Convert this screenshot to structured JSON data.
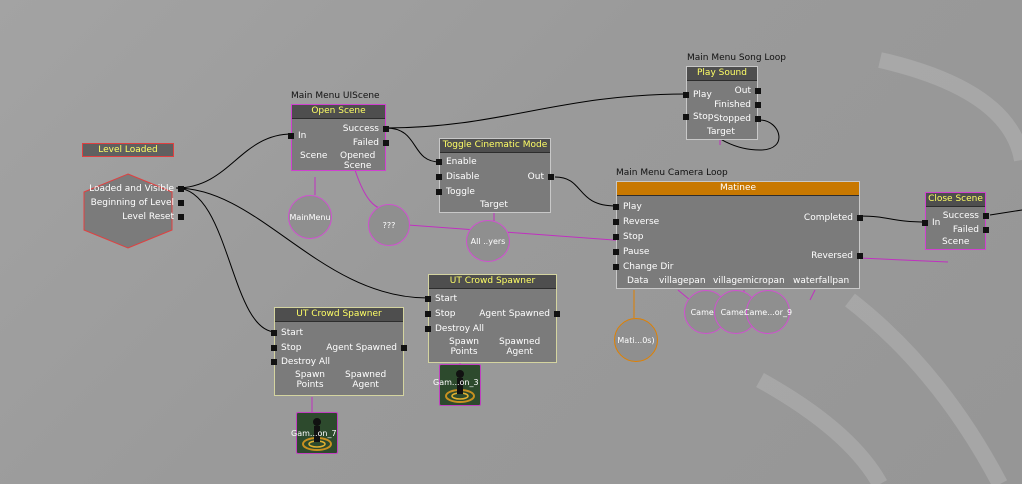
{
  "event": {
    "title": "Level Loaded",
    "outputs": [
      "Loaded and Visible",
      "Beginning of Level",
      "Level Reset"
    ]
  },
  "open_scene": {
    "comment": "Main Menu UIScene",
    "title": "Open Scene",
    "inputs": [
      "In"
    ],
    "outputs": [
      "Success",
      "Failed"
    ],
    "var_scene": "Scene",
    "var_opened": [
      "Opened",
      "Scene"
    ]
  },
  "toggle": {
    "title": "Toggle Cinematic Mode",
    "inputs": [
      "Enable",
      "Disable",
      "Toggle"
    ],
    "outputs": [
      "Out"
    ],
    "var_target": "Target"
  },
  "sound": {
    "comment": "Main Menu Song Loop",
    "title": "Play Sound",
    "inputs": [
      "Play",
      "Stop"
    ],
    "outputs": [
      "Out",
      "Finished",
      "Stopped"
    ],
    "var_target": "Target"
  },
  "matinee": {
    "comment": "Main Menu Camera Loop",
    "title": "Matinee",
    "inputs": [
      "Play",
      "Reverse",
      "Stop",
      "Pause",
      "Change Dir"
    ],
    "outputs": [
      "Completed",
      "Reversed"
    ],
    "vars": [
      "Data",
      "villagepan",
      "villagemicropan",
      "waterfallpan"
    ]
  },
  "close_scene": {
    "title": "Close Scene",
    "inputs": [
      "In"
    ],
    "outputs": [
      "Success",
      "Failed"
    ],
    "var_scene": "Scene"
  },
  "crowd1": {
    "title": "UT Crowd Spawner",
    "inputs": [
      "Start",
      "Stop",
      "Destroy All"
    ],
    "outputs": [
      "Agent Spawned"
    ],
    "vars": [
      [
        "Spawn",
        "Points"
      ],
      [
        "Spawned",
        "Agent"
      ]
    ],
    "icon_label": "Gam...on_3"
  },
  "crowd2": {
    "title": "UT Crowd Spawner",
    "inputs": [
      "Start",
      "Stop",
      "Destroy All"
    ],
    "outputs": [
      "Agent Spawned"
    ],
    "vars": [
      [
        "Spawn",
        "Points"
      ],
      [
        "Spawned",
        "Agent"
      ]
    ],
    "icon_label": "Gam...on_7"
  },
  "variables": {
    "mainmenu": "MainMenu",
    "unknown": "???",
    "all_players": "All ..yers",
    "matinee_data": "Mati...0s)",
    "cam1": "Came...",
    "cam2": "Came...",
    "cam3": "Came...or_9"
  },
  "colors": {
    "selected": "#d040d0",
    "matinee_header": "#c87800",
    "event_border": "#e04040",
    "wire": "#000000",
    "var_wire": "#c030c0"
  }
}
